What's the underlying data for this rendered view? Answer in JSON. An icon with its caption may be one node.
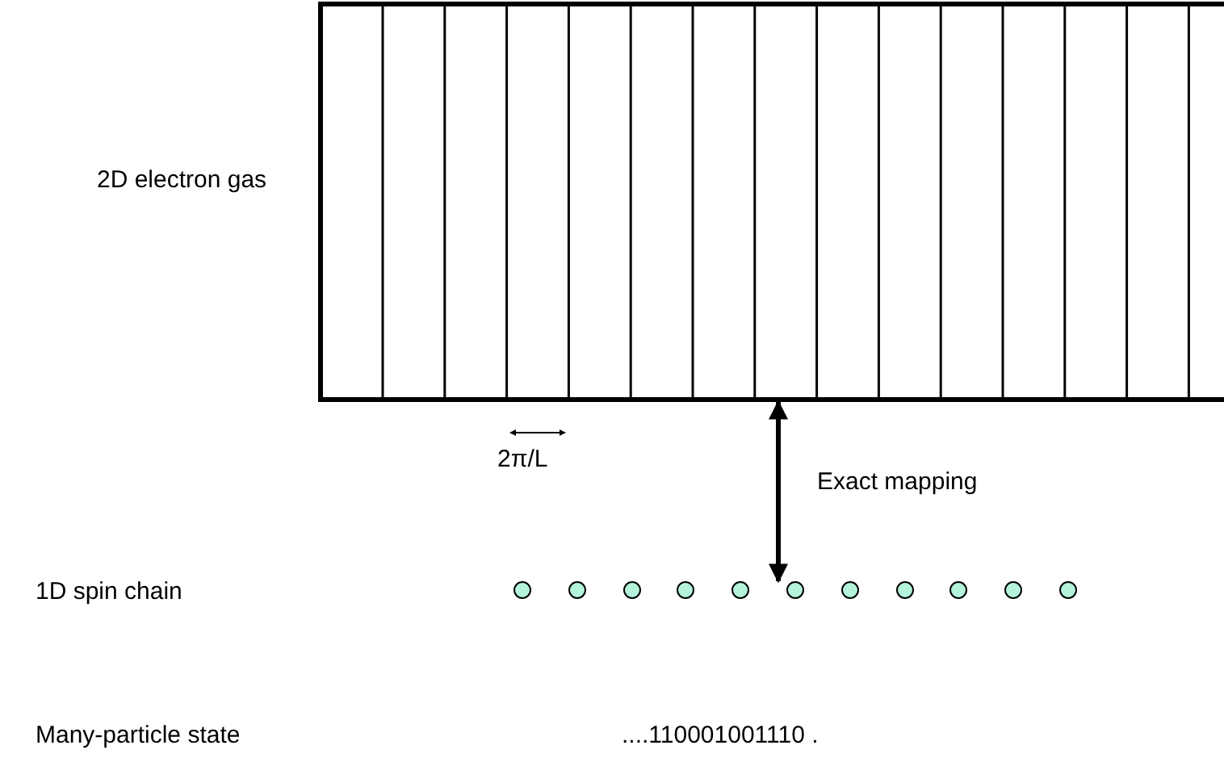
{
  "diagram": {
    "nodes": [
      {
        "text": [],
        "shape": "box"
      },
      {
        "text": [],
        "shape": "circle"
      },
      {
        "text": [],
        "shape": "circle"
      },
      {
        "text": [],
        "shape": "circle"
      },
      {
        "text": [],
        "shape": "circle"
      },
      {
        "text": [],
        "shape": "circle"
      },
      {
        "text": [],
        "shape": "circle"
      },
      {
        "text": [],
        "shape": "circle"
      },
      {
        "text": [],
        "shape": "circle"
      },
      {
        "text": [],
        "shape": "circle"
      },
      {
        "text": [],
        "shape": "circle"
      },
      {
        "text": [],
        "shape": "circle"
      }
    ],
    "edges": [
      {
        "from": 0,
        "to": 6,
        "arrow": "both",
        "label": "Exact mapping"
      }
    ],
    "labels": [
      "2D electron gas",
      "2π/L",
      "1D spin chain",
      "Many-particle state",
      "....110001001110 ."
    ]
  }
}
